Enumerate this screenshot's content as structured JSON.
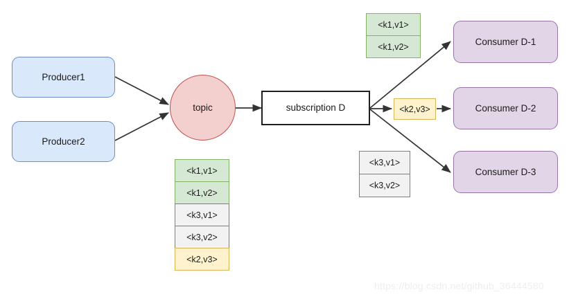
{
  "diagram": {
    "title": "Pub/Sub topic subscription D message routing",
    "background": "#ffffff",
    "colors": {
      "producer_fill": "#dae8fc",
      "producer_stroke": "#6c8ebf",
      "topic_fill": "#f3cfcd",
      "topic_stroke": "#c0504d",
      "subscription_fill": "#ffffff",
      "subscription_stroke": "#1f1f1f",
      "consumer_fill": "#e1d5e7",
      "consumer_stroke": "#9673a6",
      "key1_fill": "#d5e8d4",
      "key1_stroke": "#82b366",
      "key3_fill": "#f2f2f2",
      "key3_stroke": "#7f7f7f",
      "key2_fill": "#fff2cc",
      "key2_stroke": "#d6b656",
      "edge_stroke": "#333333",
      "watermark": "#eeeeee"
    }
  },
  "producers": [
    {
      "label": "Producer1"
    },
    {
      "label": "Producer2"
    }
  ],
  "topic": {
    "label": "topic"
  },
  "subscription": {
    "label": "subscription D"
  },
  "consumers": [
    {
      "label": "Consumer D-1"
    },
    {
      "label": "Consumer D-2"
    },
    {
      "label": "Consumer D-3"
    }
  ],
  "topic_queue": {
    "caption": "",
    "messages": [
      {
        "label": "<k1,v1>",
        "group": "k1"
      },
      {
        "label": "<k1,v2>",
        "group": "k1"
      },
      {
        "label": "<k3,v1>",
        "group": "k3"
      },
      {
        "label": "<k3,v2>",
        "group": "k3"
      },
      {
        "label": "<k2,v3>",
        "group": "k2"
      }
    ]
  },
  "delivery": {
    "consumer_d1_messages": [
      {
        "label": "<k1,v1>",
        "group": "k1"
      },
      {
        "label": "<k1,v2>",
        "group": "k1"
      }
    ],
    "consumer_d2_messages": [
      {
        "label": "<k2,v3>",
        "group": "k2"
      }
    ],
    "consumer_d3_messages": [
      {
        "label": "<k3,v1>",
        "group": "k3"
      },
      {
        "label": "<k3,v2>",
        "group": "k3"
      }
    ]
  },
  "watermark": {
    "text": "https://blog.csdn.net/github_36444580"
  }
}
